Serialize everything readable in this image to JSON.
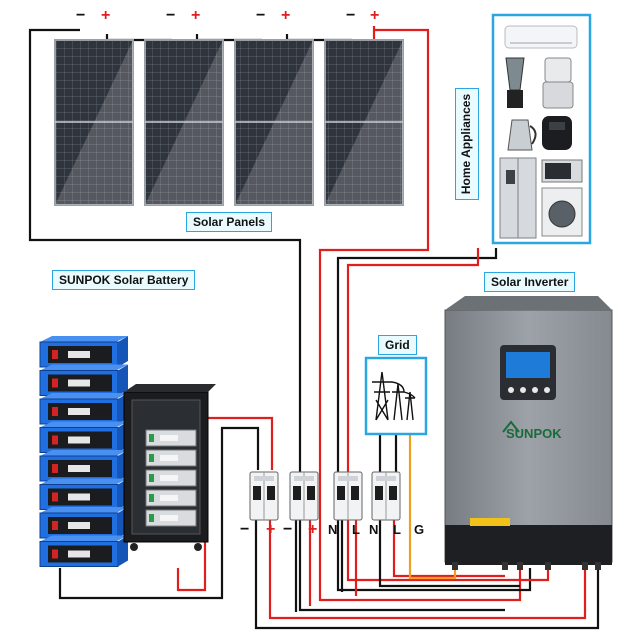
{
  "labels": {
    "solar_panels": "Solar Panels",
    "battery": "SUNPOK Solar Battery",
    "inverter": "Solar Inverter",
    "grid": "Grid",
    "appliances": "Home Appliances",
    "brand": "SUNPOK"
  },
  "panel_polarity": [
    "−",
    "+",
    "−",
    "+",
    "−",
    "+",
    "−",
    "+"
  ],
  "breaker_terminals": [
    "−",
    "+",
    "−",
    "+",
    "N",
    "L",
    "N",
    "L",
    "G"
  ],
  "colors": {
    "positive_wire": "#e01e1e",
    "negative_wire": "#111111",
    "ground_wire": "#f0a020",
    "label_border": "#2aa7e0",
    "label_fill": "#e9fbff",
    "panel": "#2c2f36",
    "inverter_body": "#8f949a",
    "battery_blue": "#1f6fe0"
  }
}
